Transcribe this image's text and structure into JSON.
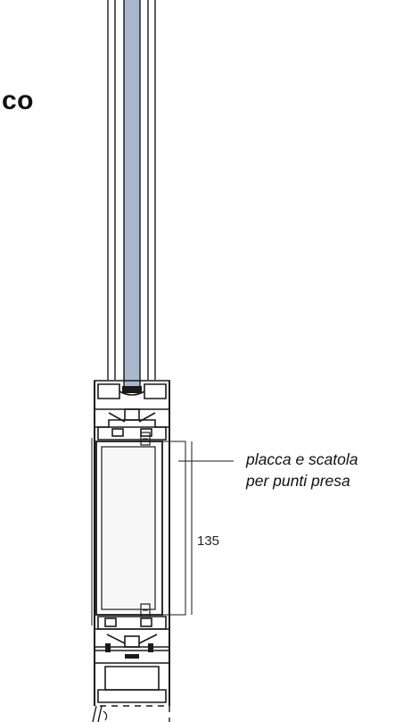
{
  "title_fragment": "co",
  "annotation": {
    "line1": "placca e scatola",
    "line2": "per punti presa"
  },
  "dimension_label": "135",
  "colors": {
    "glass": "#a9b8cc",
    "line": "#1a1a1a",
    "box_fill": "#f7f7f7"
  }
}
